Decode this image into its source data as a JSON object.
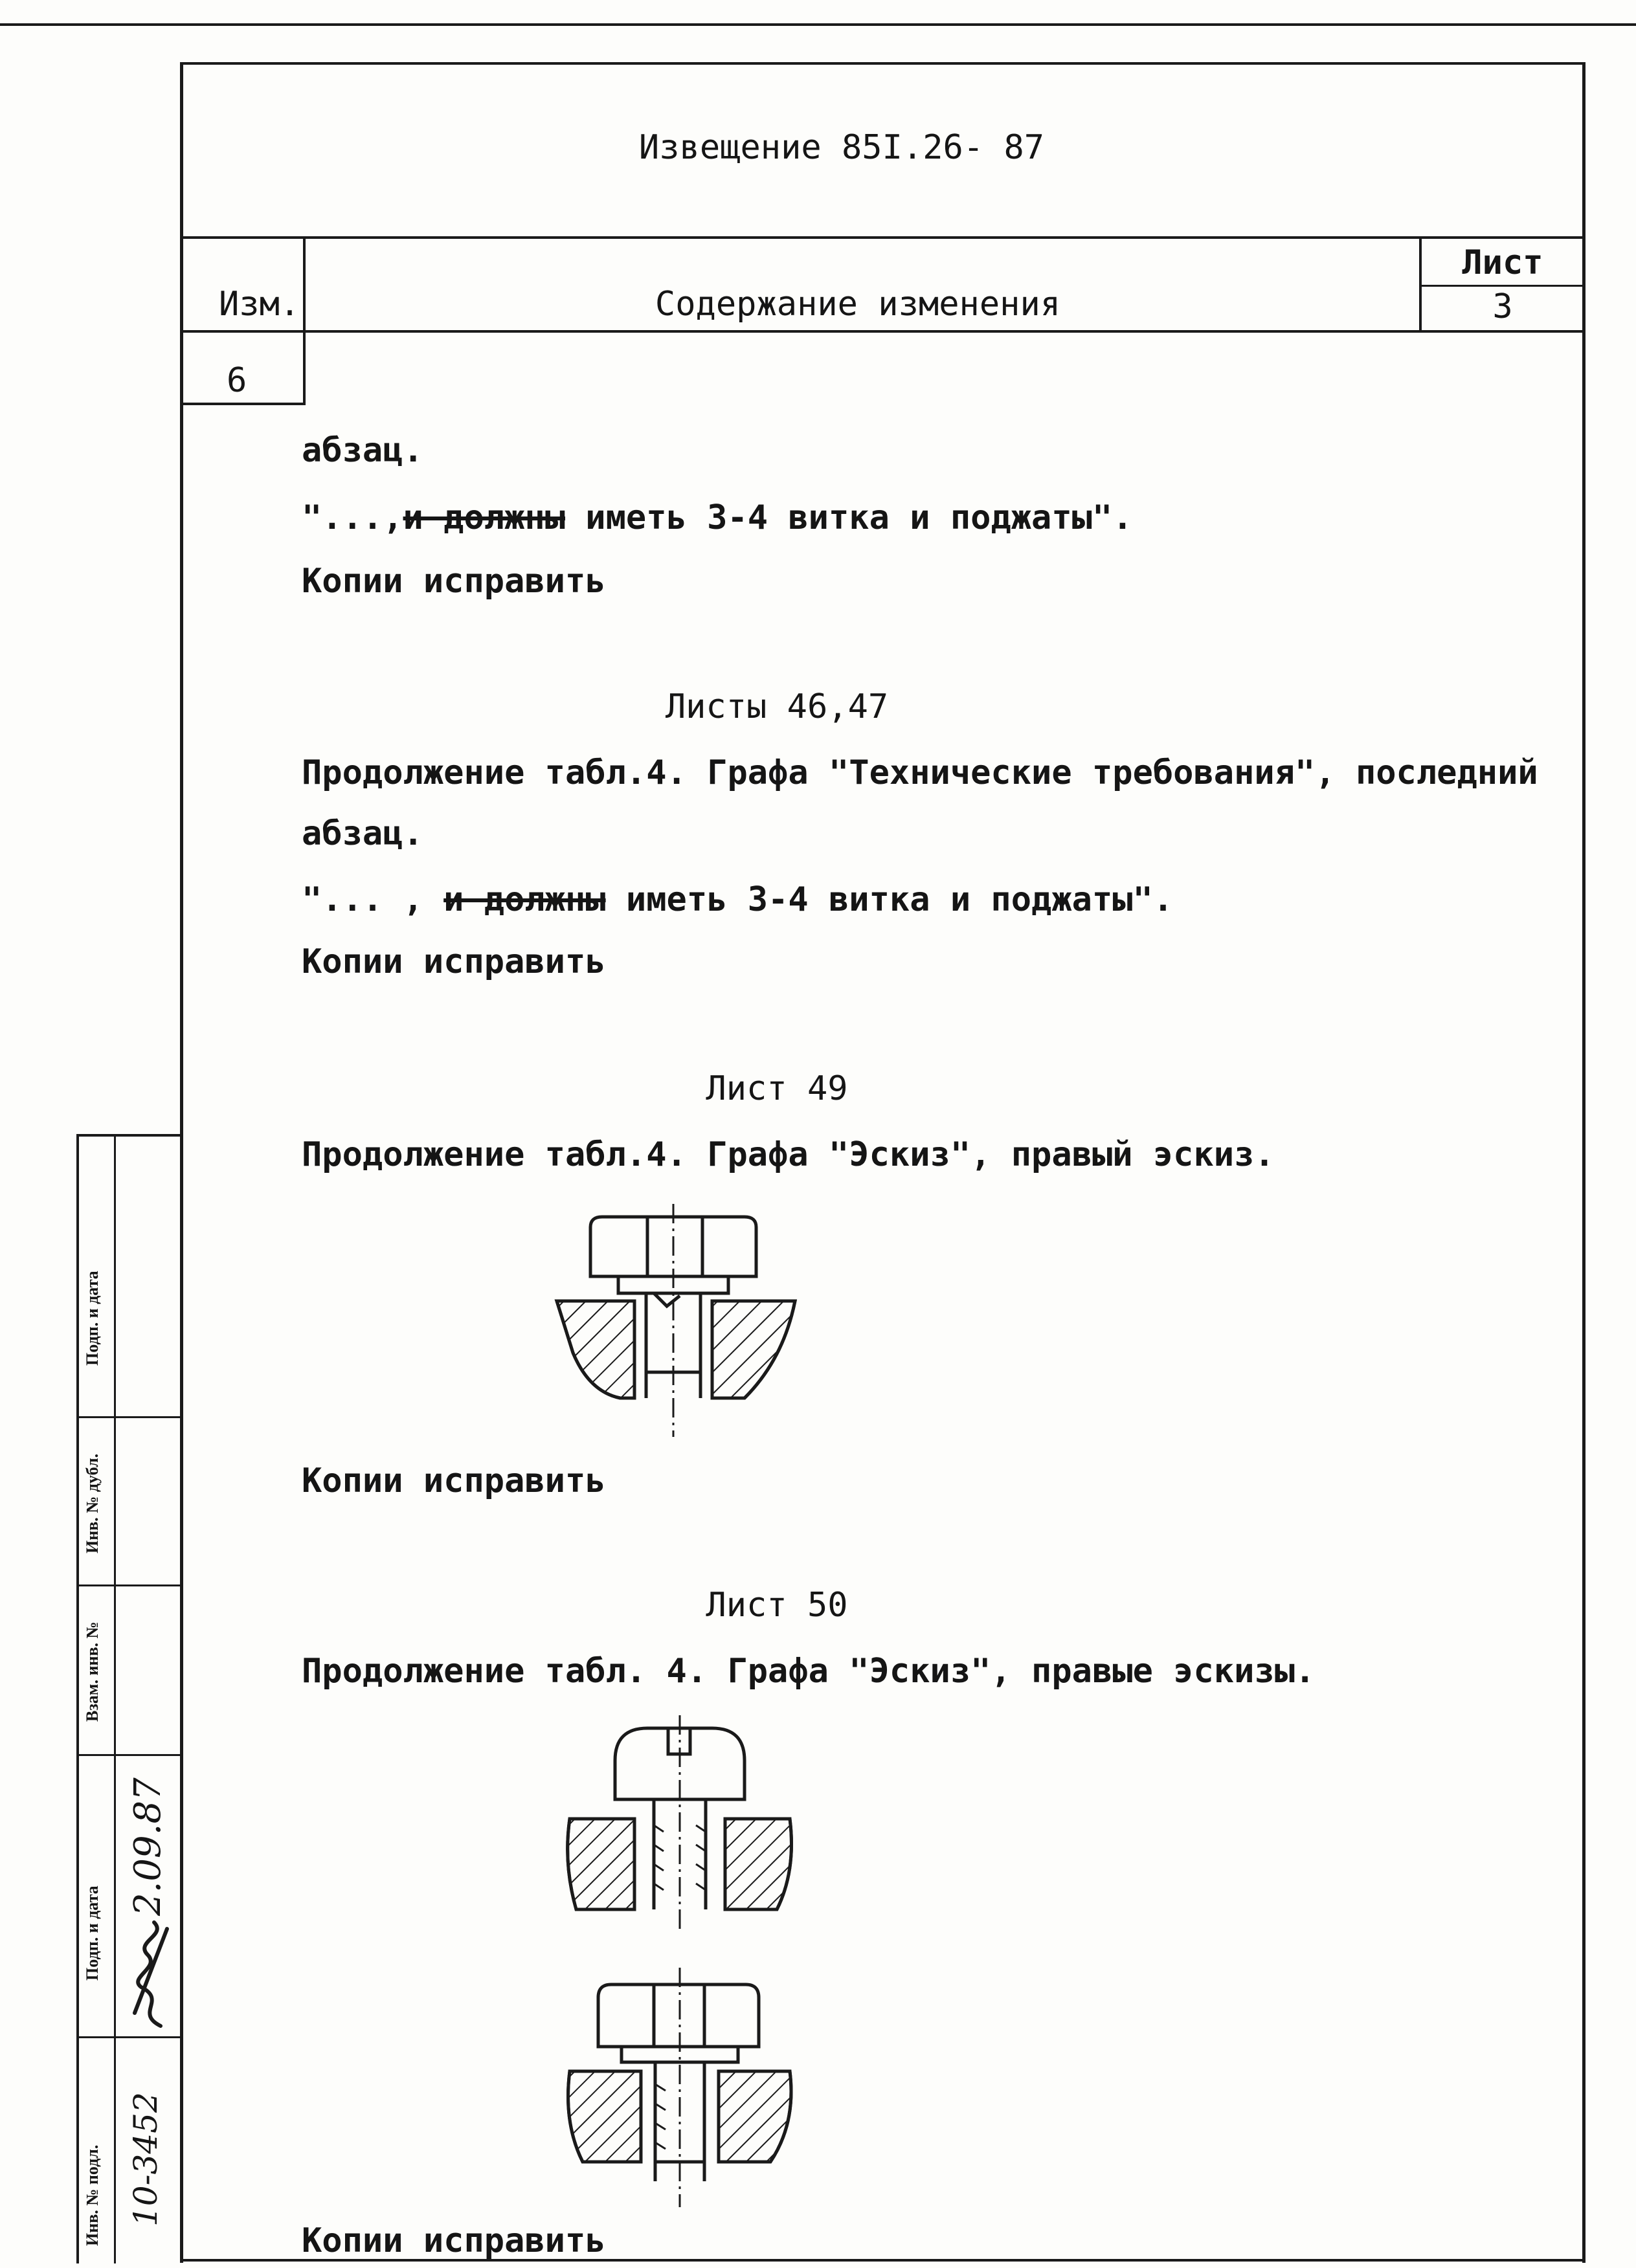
{
  "header": {
    "title": "Извещение 85I.26- 87"
  },
  "table_header": {
    "col_change": "Изм.",
    "col_content": "Содержание изменения",
    "col_sheet": "Лист",
    "sheet_value": "3",
    "change_number": "6"
  },
  "body": {
    "p1_line1": "абзац.",
    "p1_quote_open": "\"...,",
    "p1_struck": "и должны",
    "p1_quote_rest": " иметь 3-4 витка и поджаты\".",
    "p1_copies": "Копии исправить",
    "s2_heading": "Листы 46,47",
    "s2_line1": "Продолжение табл.4. Графа \"Технические требования\", последний",
    "s2_line2": "абзац.",
    "s2_quote_open": "\"... , ",
    "s2_struck": "и должны",
    "s2_quote_rest": " иметь 3-4 витка и поджаты\".",
    "s2_copies": "Копии исправить",
    "s3_heading": "Лист 49",
    "s3_line1": "Продолжение табл.4. Графа \"Эскиз\", правый эскиз.",
    "s3_copies": "Копии исправить",
    "s4_heading": "Лист 50",
    "s4_line1": "Продолжение табл. 4. Графа \"Эскиз\", правые эскизы.",
    "s4_copies": "Копии исправить"
  },
  "side_stamp": {
    "podp_data_1": "Подп. и дата",
    "inv_dubl": "Инв. № дубл.",
    "vzam_inv": "Взам. инв. №",
    "podp_data_2": "Подп. и дата",
    "inv_podl": "Инв. № подл.",
    "date_handwritten": "2.09.87",
    "inv_number_handwritten": "10-3452"
  }
}
